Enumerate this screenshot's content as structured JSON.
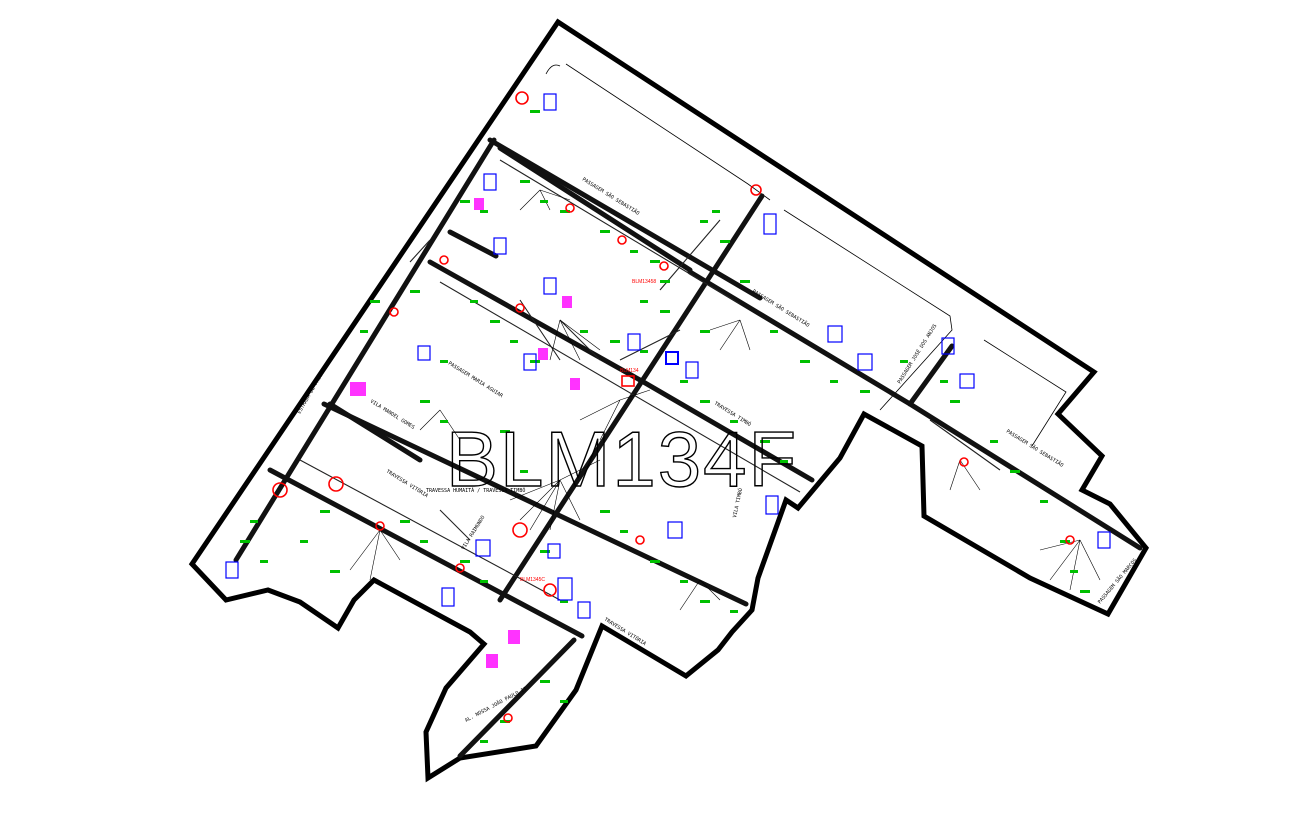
{
  "map_title": "BLM134F",
  "circuit_codes": {
    "north": "BLM13458",
    "center": "BLM134",
    "south": "BLM1345C"
  },
  "streets": {
    "s1": "PASSAGEM SÃO SEBASTIÃO",
    "s2": "PASSAGEM SÃO SEBASTIÃO",
    "s3": "PASSAGEM SÃO SEBASTIÃO",
    "s4": "PASSAGEM JOSÉ DOS ANJOS",
    "s5": "PASSAGEM MARIA AGUIAR",
    "s6": "TRAVESSA TIMBÓ",
    "s7": "VILA MANOEL GOMES",
    "s8": "TRAVESSA VITÓRIA",
    "s9": "TRAVESSA VITÓRIA",
    "s10": "VILA RAIMUNDO",
    "s11": "AL. NOSSA JOÃO PAULO II",
    "s12": "PASSAGEM SÃO MARCOS",
    "s13": "TRAVESSA HUMAITÁ / TRAVESSA TIMBÓ",
    "s14": "ESTRADA DE PAULO",
    "s15": "VILA TIMBÓ"
  },
  "colors": {
    "boundary": "#000000",
    "network": "#111111",
    "pole_labels": "#00c000",
    "transformer_tables": "#0000ff",
    "highlights": "#ff0000",
    "special": "#ff00ff"
  },
  "icons": {
    "transformer": "transformer-icon",
    "circle_marker": "circle-marker-icon",
    "table": "legend-table-icon"
  }
}
